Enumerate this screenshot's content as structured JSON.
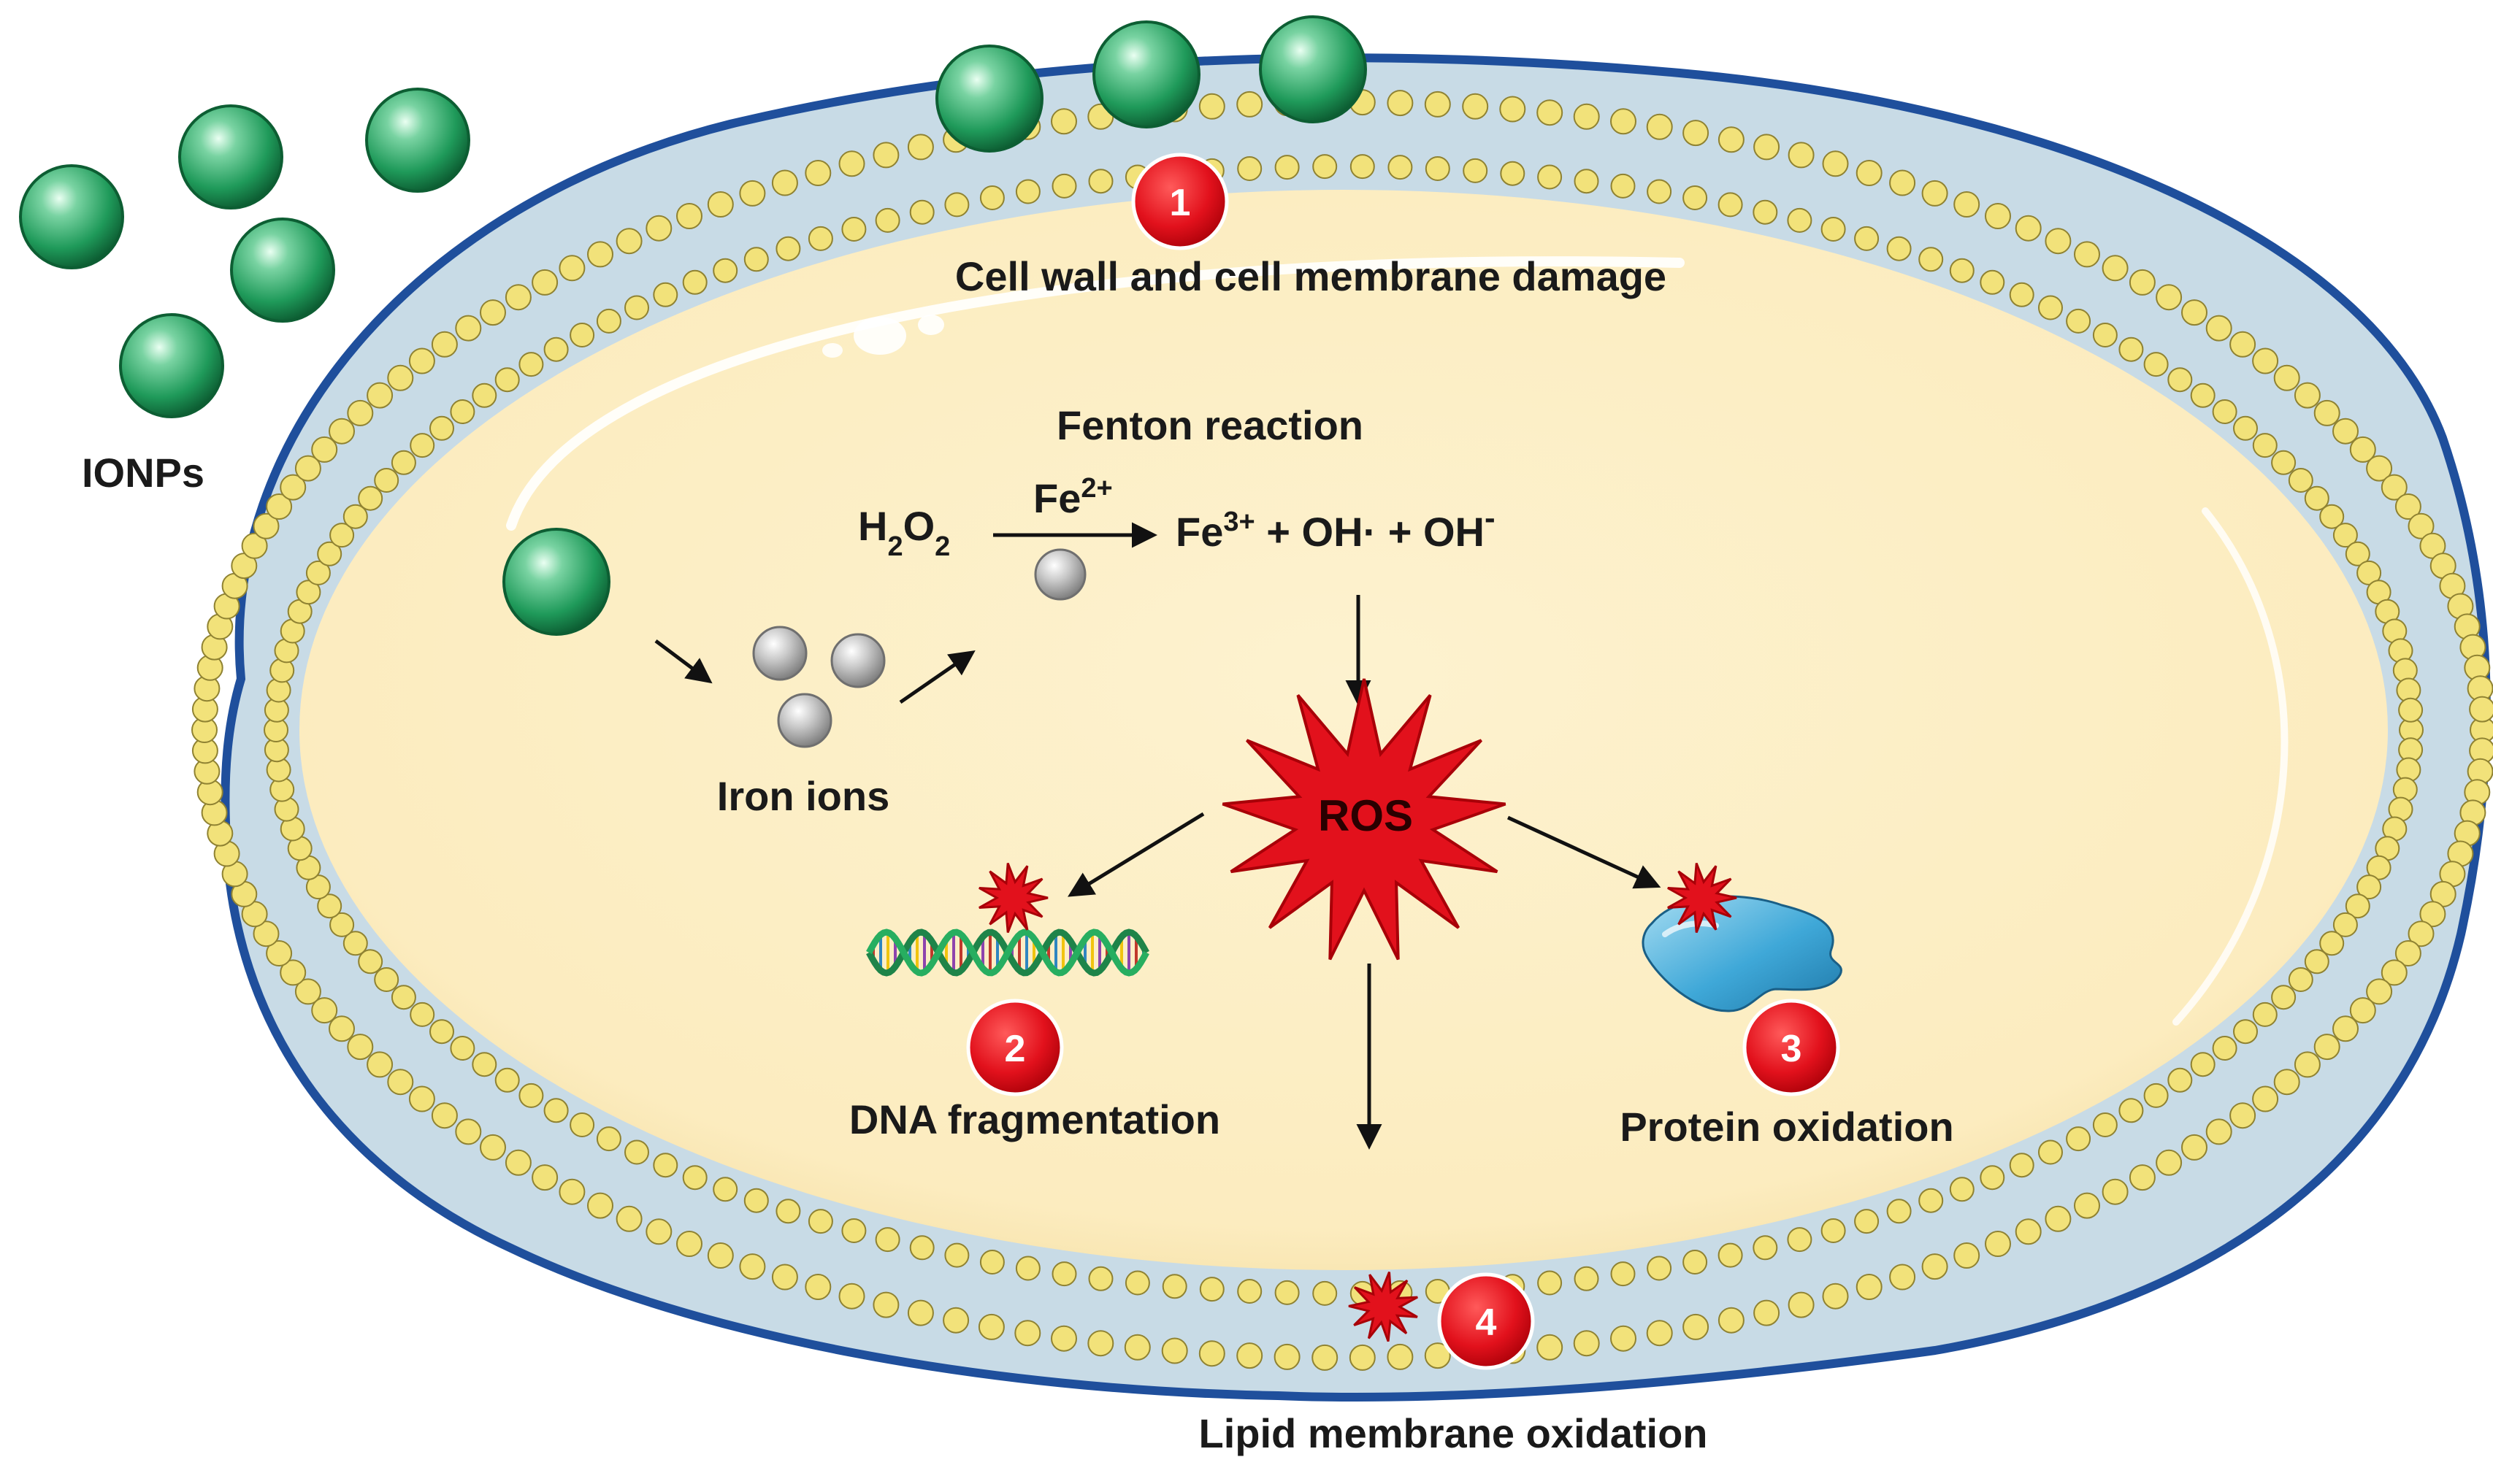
{
  "labels": {
    "ionps": "IONPs",
    "membrane_damage": "Cell wall and cell membrane damage",
    "fenton_reaction": "Fenton reaction",
    "fe2_base": "Fe",
    "fe2_sup": "2+",
    "h2o2_h": "H",
    "h2o2_sub1": "2",
    "h2o2_o": "O",
    "h2o2_sub2": "2",
    "product_fe": "Fe",
    "product_fe_sup": "3+",
    "product_oh_rad": " + OH· + OH",
    "product_oh_sup": "-",
    "iron_ions": "Iron ions",
    "ros": "ROS",
    "dna_fragmentation": "DNA fragmentation",
    "protein_oxidation": "Protein oxidation",
    "lipid_oxidation": "Lipid membrane oxidation"
  },
  "badges": {
    "b1": "1",
    "b2": "2",
    "b3": "3",
    "b4": "4"
  },
  "colors": {
    "cell_wall": "#1f4f9c",
    "membrane_bg": "#c8dbe6",
    "lipid_head": "#f2e27a",
    "cytoplasm": "#fdf0c6",
    "nanoparticle": "#1f9a5a",
    "iron_ion": "#b4b4b4",
    "ros": "#e2111c",
    "badge": "#e2111c",
    "protein": "#3fa8d8"
  }
}
